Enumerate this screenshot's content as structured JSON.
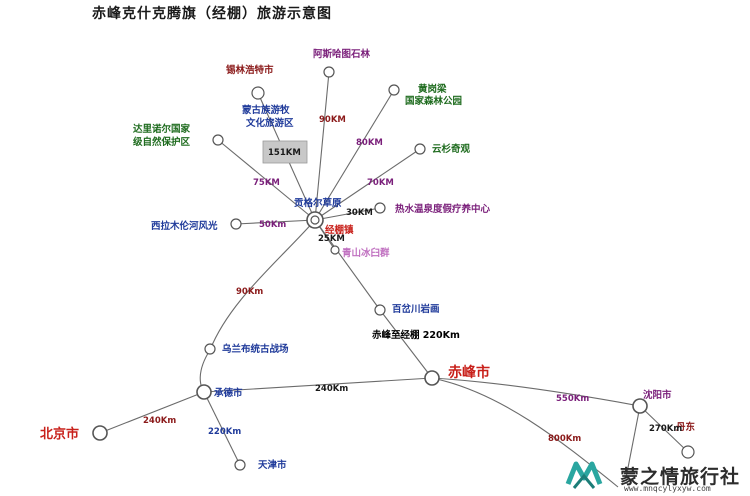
{
  "title": "赤峰克什克腾旗（经棚）旅游示意图",
  "colors": {
    "road": "#6b6b6b",
    "red_city": "#c8201a",
    "dark_red": "#8b1a1a",
    "blue": "#1f3a9a",
    "green": "#1e6b1e",
    "purple": "#7a1f7a",
    "pink_purple": "#c070c0",
    "gray_box": "#c8c8c8"
  },
  "places": [
    {
      "key": "xilinhot",
      "label": "锡林浩特市",
      "color": "dark_red"
    },
    {
      "key": "asihatu",
      "label": "阿斯哈图石林",
      "color": "purple"
    },
    {
      "key": "huanggangliang",
      "label": "黄岗梁",
      "label2": "国家森林公园",
      "color": "green"
    },
    {
      "key": "mongolian",
      "label": "蒙古族游牧",
      "label2": "文化旅游区",
      "color": "blue"
    },
    {
      "key": "dalinuoer",
      "label": "达里诺尔国家",
      "label2": "级自然保护区",
      "color": "green"
    },
    {
      "key": "yunshan",
      "label": "云杉奇观",
      "color": "green"
    },
    {
      "key": "gongger",
      "label": "贡格尔草原",
      "color": "blue"
    },
    {
      "key": "hotspring",
      "label": "热水温泉度假疗养中心",
      "color": "purple"
    },
    {
      "key": "xilamulun",
      "label": "西拉木伦河风光",
      "color": "blue"
    },
    {
      "key": "jingpeng",
      "label": "经棚镇",
      "color": "red_city"
    },
    {
      "key": "qingshan",
      "label": "青山冰臼群",
      "color": "pink_purple"
    },
    {
      "key": "baichachuan",
      "label": "百岔川岩画",
      "color": "blue"
    },
    {
      "key": "route",
      "label": "赤峰至经棚 220Km",
      "color": "black"
    },
    {
      "key": "wulanbutong",
      "label": "乌兰布统古战场",
      "color": "blue"
    },
    {
      "key": "chifeng",
      "label": "赤峰市",
      "color": "red_city"
    },
    {
      "key": "chengde",
      "label": "承德市",
      "color": "blue"
    },
    {
      "key": "shenyang",
      "label": "沈阳市",
      "color": "purple"
    },
    {
      "key": "beijing",
      "label": "北京市",
      "color": "red_city"
    },
    {
      "key": "tianjin",
      "label": "天津市",
      "color": "blue"
    },
    {
      "key": "dandong",
      "label": "丹东",
      "color": "dark_red"
    }
  ],
  "distances": {
    "d151": "151KM",
    "d90_top": "90KM",
    "d80": "80KM",
    "d75": "75KM",
    "d70": "70KM",
    "d50": "50Km",
    "d30": "30KM",
    "d25": "25KM",
    "d90_mid": "90Km",
    "d240_cd_cf": "240Km",
    "d240_bj": "240Km",
    "d220_tj": "220Km",
    "d550": "550Km",
    "d270": "270Km",
    "d800": "800Km"
  },
  "watermark": {
    "brand": "蒙之情旅行社",
    "url": "www.mnqcylyxyw.com"
  }
}
